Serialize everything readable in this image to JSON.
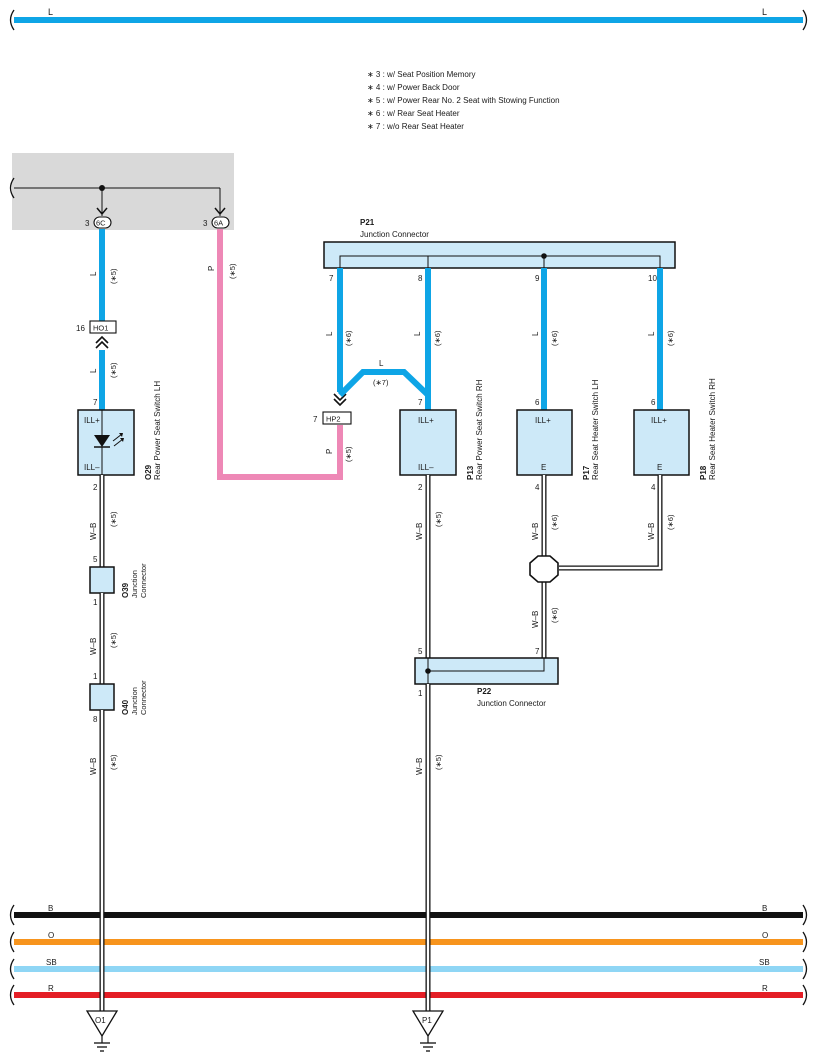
{
  "colors": {
    "blue_L": "#0ea5e6",
    "pink_P": "#ee88b6",
    "black_B": "#111111",
    "orange_O": "#f7941d",
    "skyblue_SB": "#8fd6f5",
    "red_R": "#e41e26",
    "box_fill": "#cde9f8",
    "source_fill": "#d9d9d9"
  },
  "top_bus": {
    "left_label": "L",
    "right_label": "L"
  },
  "notes": [
    "∗ 3 : w/ Seat Position Memory",
    "∗ 4 : w/ Power Back Door",
    "∗ 5 : w/ Power Rear No. 2 Seat with Stowing Function",
    "∗ 6 : w/ Rear Seat Heater",
    "∗ 7 : w/o Rear Seat Heater"
  ],
  "source": {
    "pin_6C": {
      "pin": "3",
      "id": "6C"
    },
    "pin_6A": {
      "pin": "3",
      "id": "6A"
    }
  },
  "p21": {
    "id": "P21",
    "name": "Junction Connector",
    "pins": [
      "7",
      "8",
      "9",
      "10"
    ]
  },
  "p22": {
    "id": "P22",
    "name": "Junction Connector",
    "pin_left": "5",
    "pin_right": "7",
    "pin_bottom": "1"
  },
  "inline_ho1": {
    "pin": "16",
    "id": "HO1"
  },
  "inline_hp2": {
    "pin": "7",
    "id": "HP2"
  },
  "o29": {
    "id": "O29",
    "name": "Rear Power Seat Switch LH",
    "pin_top": "7",
    "pin_bottom": "2",
    "ill_plus": "ILL+",
    "ill_minus": "ILL–"
  },
  "p13": {
    "id": "P13",
    "name": "Rear Power Seat Switch RH",
    "pin_top": "7",
    "pin_bottom": "2",
    "ill_plus": "ILL+",
    "ill_minus": "ILL–"
  },
  "p17": {
    "id": "P17",
    "name": "Rear Seat Heater Switch LH",
    "pin_top": "6",
    "pin_bottom": "4",
    "ill_plus": "ILL+",
    "e": "E"
  },
  "p18": {
    "id": "P18",
    "name": "Rear Seat Heater Switch RH",
    "pin_top": "6",
    "pin_bottom": "4",
    "ill_plus": "ILL+",
    "e": "E"
  },
  "o39": {
    "id": "O39",
    "name_line1": "Junction",
    "name_line2": "Connector",
    "pin_top": "5",
    "pin_bottom": "1"
  },
  "o40": {
    "id": "O40",
    "name_line1": "Junction",
    "name_line2": "Connector",
    "pin_top": "1",
    "pin_bottom": "8"
  },
  "wires": {
    "L": "L",
    "P": "P",
    "WB": "W–B",
    "c5": "(∗5)",
    "c6": "(∗6)",
    "c7": "(∗7)"
  },
  "bottom_buses": [
    {
      "label": "B"
    },
    {
      "label": "O"
    },
    {
      "label": "SB"
    },
    {
      "label": "R"
    }
  ],
  "grounds": {
    "o1": "O1",
    "p1": "P1"
  }
}
